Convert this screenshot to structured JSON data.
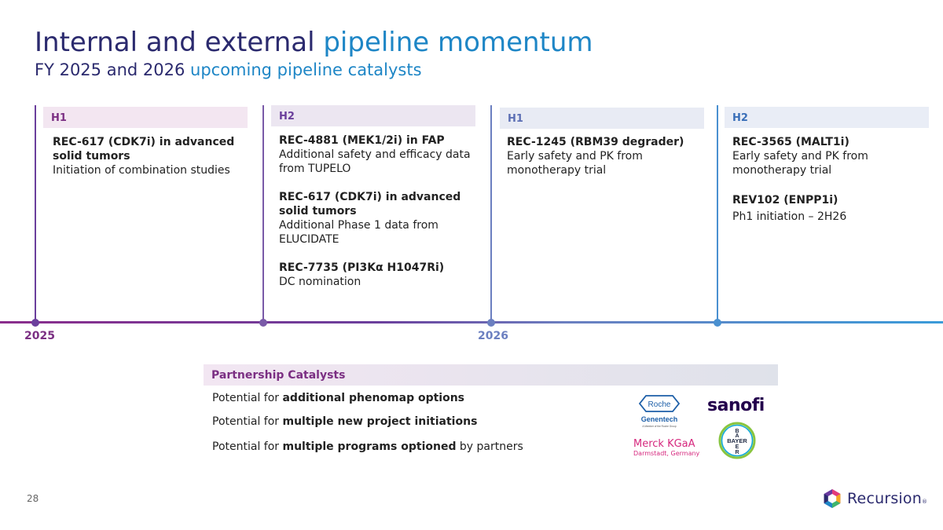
{
  "header": {
    "title_part1": "Internal and external ",
    "title_part2": "pipeline momentum",
    "subtitle_part1": "FY 2025 and 2026 ",
    "subtitle_part2": "upcoming pipeline catalysts"
  },
  "timeline": {
    "years": [
      "2025",
      "2026"
    ],
    "colors": {
      "h1_2025": "#7b2f83",
      "h2_2025": "#6b3f9c",
      "h1_2026": "#6b7fc0",
      "h2_2026": "#3a9bd9"
    }
  },
  "columns": [
    {
      "half": "H1",
      "items": [
        {
          "title": "REC-617 (CDK7i) in advanced solid tumors",
          "desc": "Initiation of combination studies"
        }
      ]
    },
    {
      "half": "H2",
      "items": [
        {
          "title": "REC-4881 (MEK1/2i) in FAP",
          "desc": "Additional safety and efficacy data from TUPELO"
        },
        {
          "title": "REC-617 (CDK7i) in advanced solid tumors",
          "desc": "Additional Phase 1 data from ELUCIDATE"
        },
        {
          "title": "REC-7735 (PI3Kα H1047Ri)",
          "desc": "DC nomination"
        }
      ]
    },
    {
      "half": "H1",
      "items": [
        {
          "title": "REC-1245 (RBM39 degrader)",
          "desc": "Early safety and PK from monotherapy trial"
        }
      ]
    },
    {
      "half": "H2",
      "items": [
        {
          "title": "REC-3565 (MALT1i)",
          "desc": "Early safety and PK from monotherapy trial"
        },
        {
          "title": "REV102 (ENPP1i)",
          "desc": "Ph1 initiation – 2H26"
        }
      ]
    }
  ],
  "partnership": {
    "header": "Partnership Catalysts",
    "items": [
      {
        "prefix": "Potential for ",
        "bold": "additional phenomap options",
        "suffix": ""
      },
      {
        "prefix": "Potential for ",
        "bold": "multiple new project initiations",
        "suffix": ""
      },
      {
        "prefix": "Potential for ",
        "bold": "multiple programs optioned",
        "suffix": " by partners"
      }
    ],
    "logos": {
      "roche": "Roche",
      "genentech": "Genentech",
      "genentech_sub": "A Member of the Roche Group",
      "sanofi": "sanofi",
      "merck": "Merck KGaA",
      "merck_sub": "Darmstadt, Germany",
      "bayer": "BAYER"
    }
  },
  "footer": {
    "page_number": "28",
    "brand": "Recursion",
    "brand_tm": "®"
  }
}
